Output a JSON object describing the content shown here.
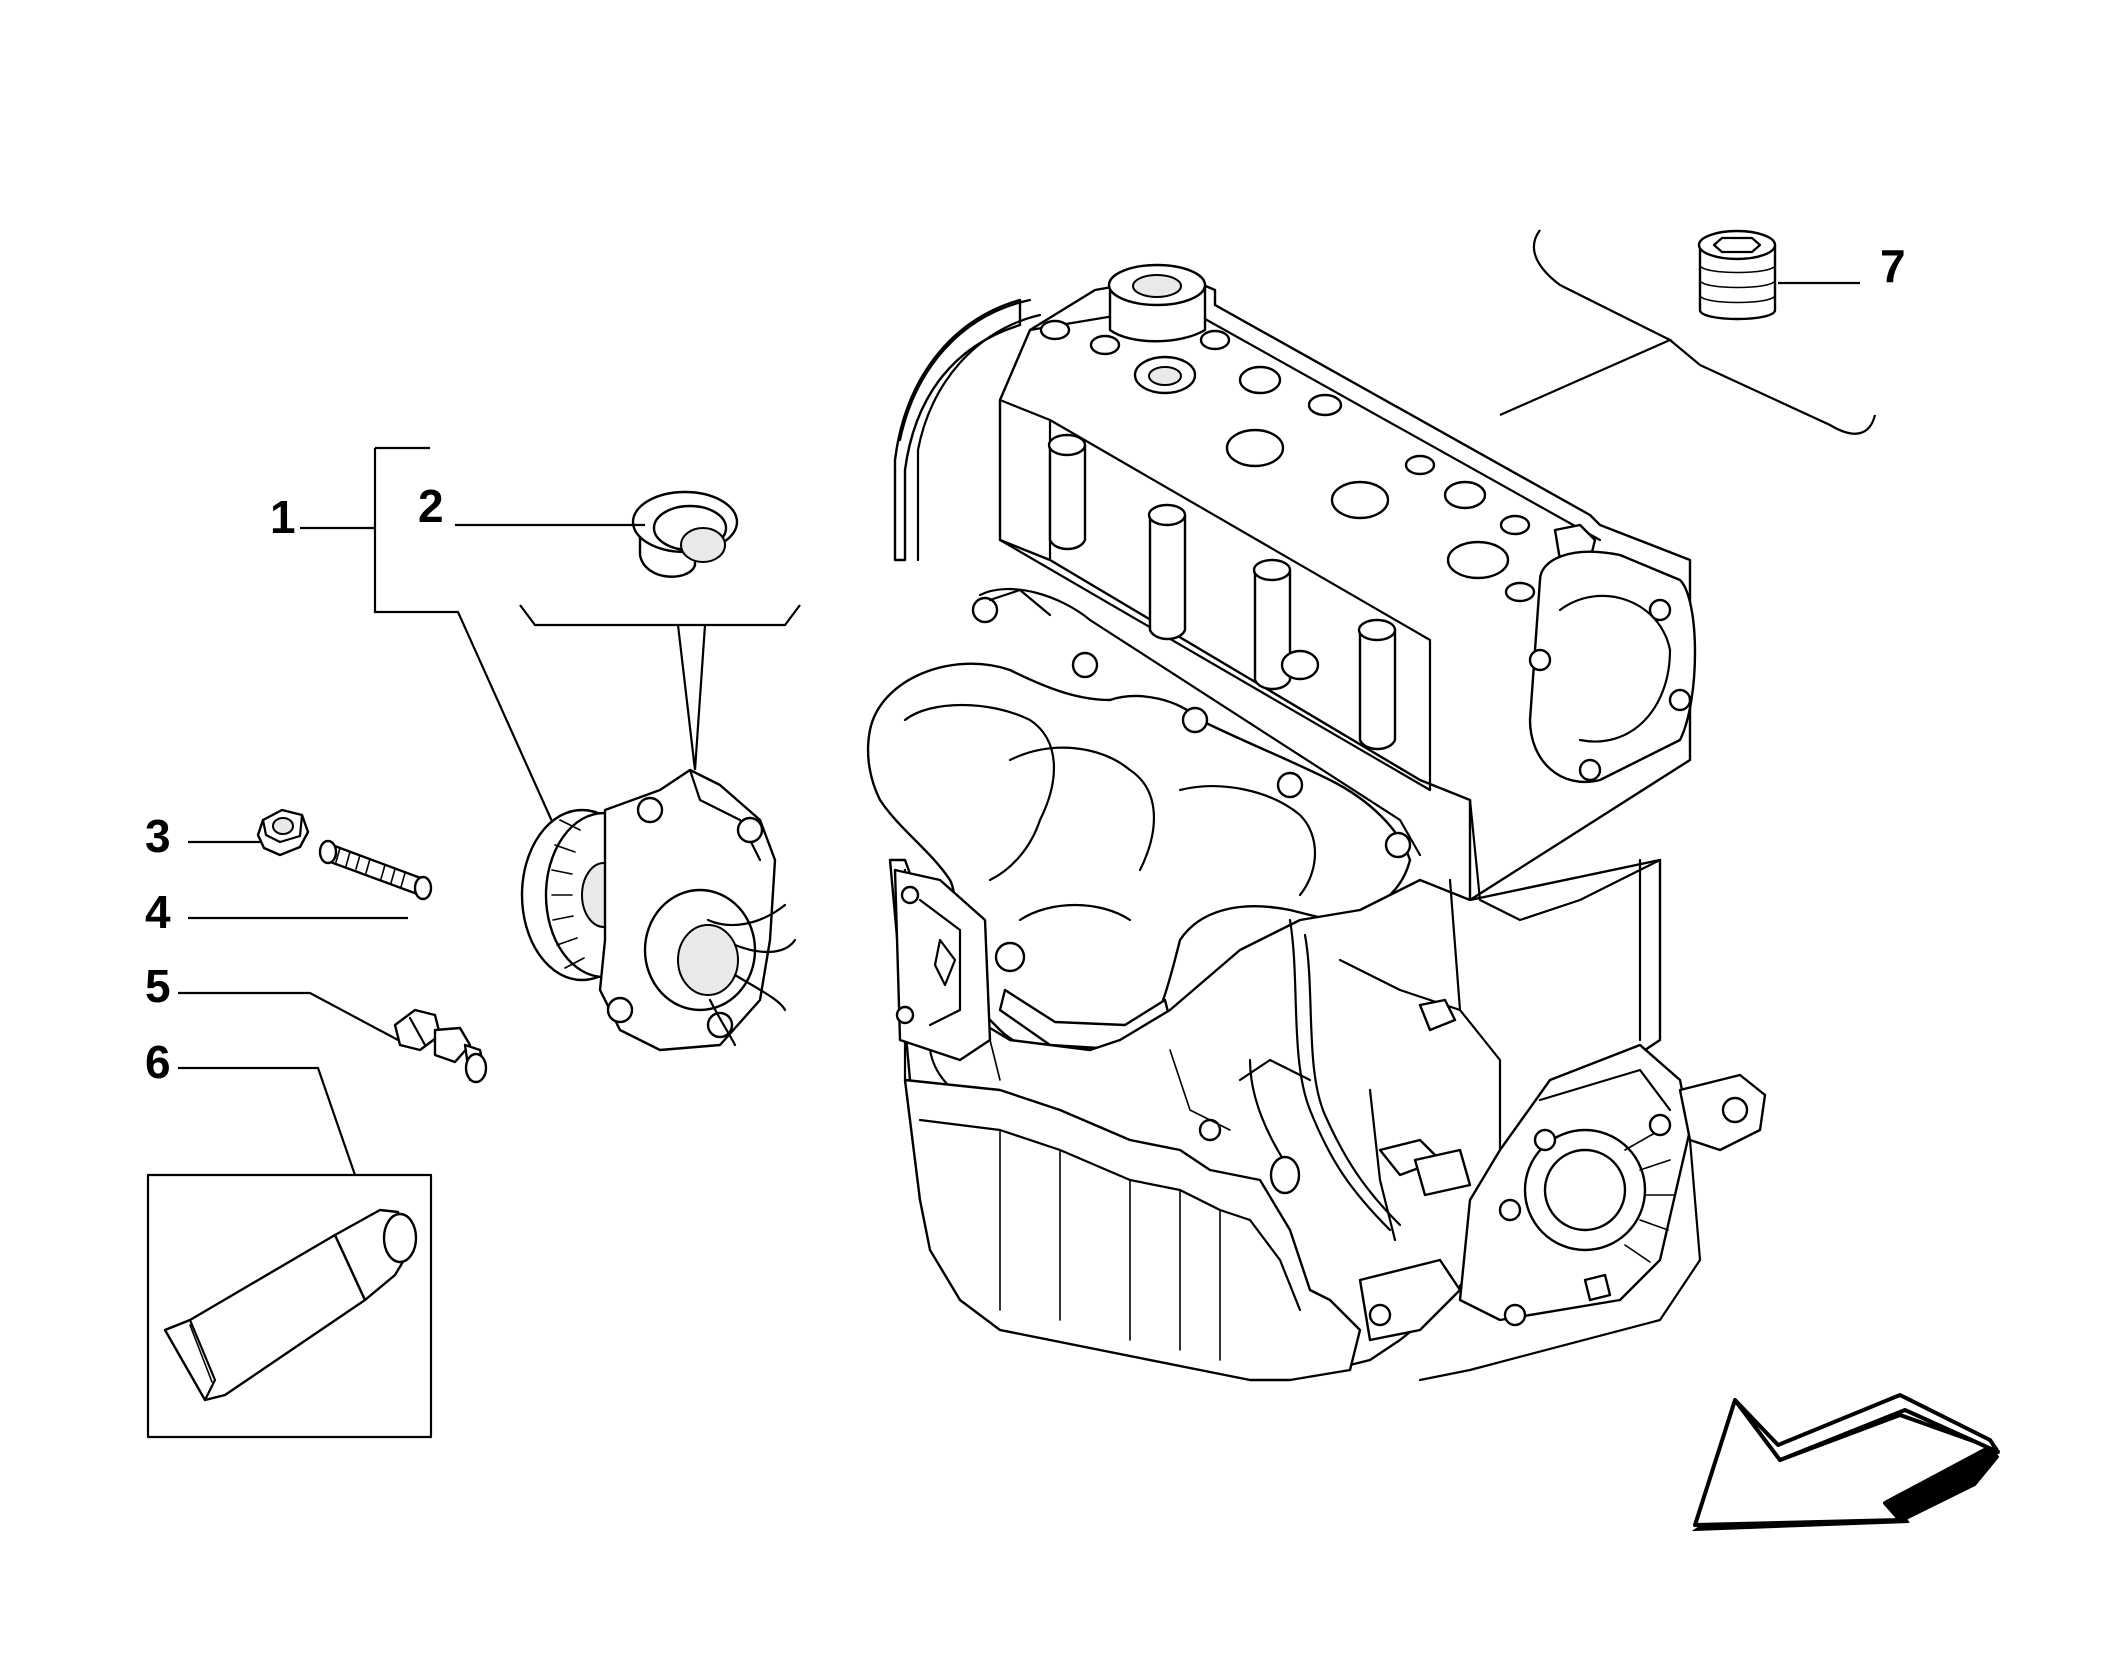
{
  "diagram": {
    "callouts": [
      {
        "id": "1",
        "label": "1"
      },
      {
        "id": "2",
        "label": "2"
      },
      {
        "id": "3",
        "label": "3"
      },
      {
        "id": "4",
        "label": "4"
      },
      {
        "id": "5",
        "label": "5"
      },
      {
        "id": "6",
        "label": "6"
      },
      {
        "id": "7",
        "label": "7"
      }
    ],
    "parts": [
      {
        "id": "1",
        "icon": "water-pump-icon"
      },
      {
        "id": "2",
        "icon": "rubber-plug-icon"
      },
      {
        "id": "3",
        "icon": "hex-nut-icon"
      },
      {
        "id": "4",
        "icon": "stud-bolt-icon"
      },
      {
        "id": "5",
        "icon": "double-ended-stud-icon"
      },
      {
        "id": "6",
        "icon": "sealant-tube-icon"
      },
      {
        "id": "7",
        "icon": "threaded-plug-icon"
      }
    ],
    "main_assembly_icon": "engine-block-icon",
    "orientation_icon": "direction-arrow-icon",
    "line_color": "#000000",
    "background_color": "#ffffff"
  }
}
